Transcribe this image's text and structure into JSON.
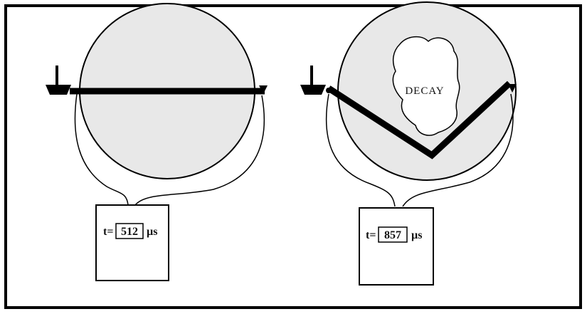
{
  "colors": {
    "tree_fill": "#e8e8e8",
    "stroke": "#000000",
    "background": "#ffffff"
  },
  "left_panel": {
    "meter": {
      "prefix": "t=",
      "value": "512",
      "unit": "µs"
    }
  },
  "right_panel": {
    "decay_label": "DECAY",
    "meter": {
      "prefix": "t=",
      "value": "857",
      "unit": "µs"
    }
  }
}
